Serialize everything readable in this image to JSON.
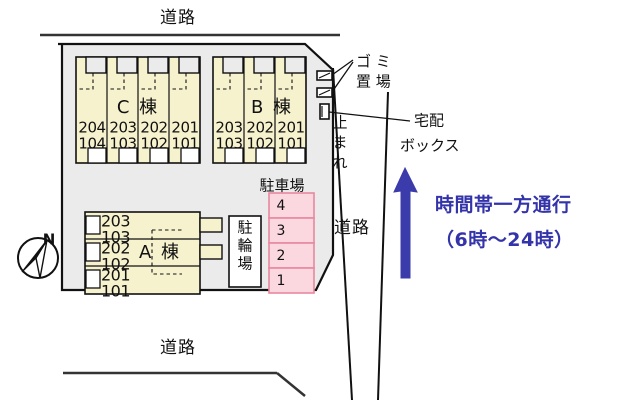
{
  "document": {
    "title": "アパート配置図",
    "type": "site-plan"
  },
  "roads": {
    "top_label": "道路",
    "bottom_label": "道路",
    "right_label": "道路"
  },
  "compass": {
    "north_label": "N"
  },
  "buildings": [
    {
      "id": "c",
      "name": "C 棟",
      "units_upper": [
        "204",
        "203",
        "202",
        "201"
      ],
      "units_lower": [
        "104",
        "103",
        "102",
        "101"
      ]
    },
    {
      "id": "b",
      "name": "B 棟",
      "units_upper": [
        "203",
        "202",
        "201"
      ],
      "units_lower": [
        "103",
        "102",
        "101"
      ]
    },
    {
      "id": "a",
      "name": "A 棟",
      "rows": [
        {
          "upper": "203",
          "lower": "103"
        },
        {
          "upper": "202",
          "lower": "102"
        },
        {
          "upper": "201",
          "lower": "101"
        }
      ]
    }
  ],
  "parking": {
    "label": "駐車場",
    "stalls": [
      "4",
      "3",
      "2",
      "1"
    ]
  },
  "bicycle_parking": {
    "label": "駐輪場"
  },
  "callouts": {
    "garbage": "ゴミ\n置場",
    "garbage_line1": "ゴ ミ",
    "garbage_line2": "置 場",
    "delivery_box_line1": "宅配",
    "delivery_box_line2": "ボックス",
    "stop_sign": "止まれ",
    "stop_chars": [
      "止",
      "ま",
      "れ"
    ]
  },
  "traffic_notice": {
    "line1": "時間帯一方通行",
    "line2": "（6時～24時）",
    "arrow_direction": "up"
  },
  "colors": {
    "site_fill": "#ebebeb",
    "building_fill": "#f7f2ce",
    "parking_fill": "#fbd8e0",
    "parking_stroke": "#e8889e",
    "notice_blue": "#3333aa",
    "arrow_blue": "#3b3bab",
    "outline": "#111111",
    "page_bg": "#ffffff"
  }
}
